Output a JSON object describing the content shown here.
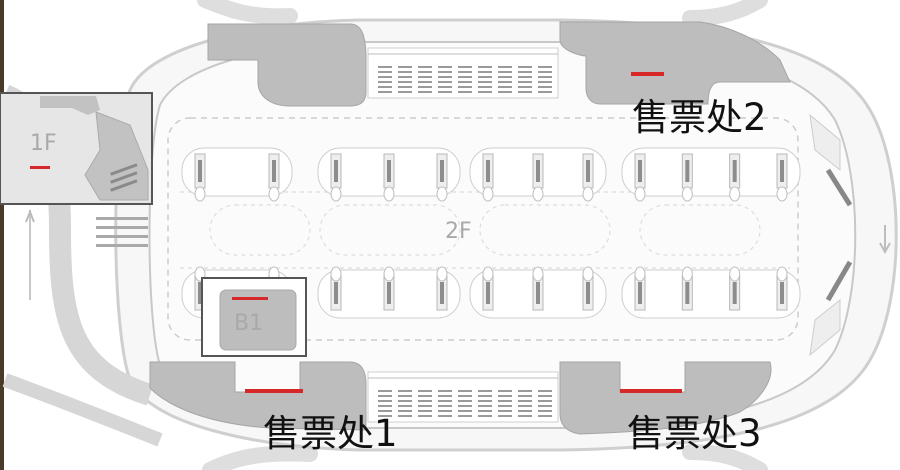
{
  "floors": {
    "main": "2F",
    "inset_upper": "1F",
    "inset_lower": "B1"
  },
  "ticket_offices": [
    {
      "label": "售票处2"
    },
    {
      "label": "售票处1"
    },
    {
      "label": "售票处3"
    }
  ],
  "colors": {
    "background": "#ffffff",
    "outline": "#c4c4c4",
    "road": "#dcdcdc",
    "concourse_fill": "#f2f2f2",
    "zone_fill": "#bdbdbd",
    "inset_border": "#555555",
    "ticket_marker": "#d62828",
    "text": "#111111",
    "floor_label": "#a9a9a9"
  }
}
